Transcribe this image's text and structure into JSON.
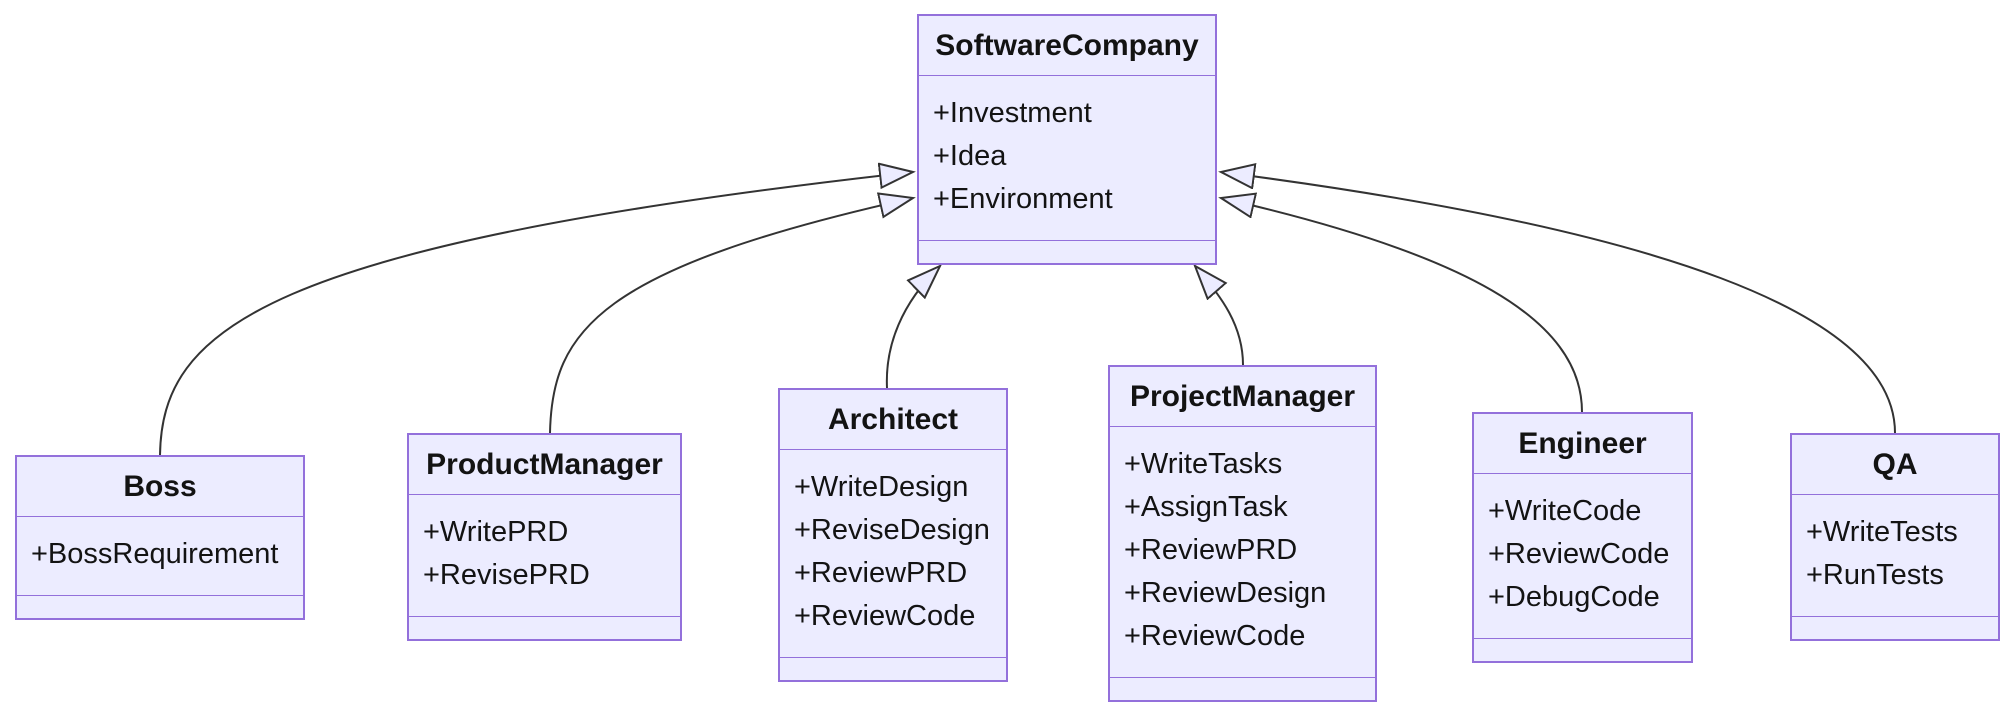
{
  "diagram": {
    "kind": "uml-class-diagram",
    "parent_class": "SoftwareCompany",
    "classes": [
      {
        "id": "SoftwareCompany",
        "title": "SoftwareCompany",
        "attributes": [
          "+Investment",
          "+Idea",
          "+Environment"
        ],
        "methods": []
      },
      {
        "id": "Boss",
        "title": "Boss",
        "attributes": [
          "+BossRequirement"
        ],
        "methods": []
      },
      {
        "id": "ProductManager",
        "title": "ProductManager",
        "attributes": [
          "+WritePRD",
          "+RevisePRD"
        ],
        "methods": []
      },
      {
        "id": "Architect",
        "title": "Architect",
        "attributes": [
          "+WriteDesign",
          "+ReviseDesign",
          "+ReviewPRD",
          "+ReviewCode"
        ],
        "methods": []
      },
      {
        "id": "ProjectManager",
        "title": "ProjectManager",
        "attributes": [
          "+WriteTasks",
          "+AssignTask",
          "+ReviewPRD",
          "+ReviewDesign",
          "+ReviewCode"
        ],
        "methods": []
      },
      {
        "id": "Engineer",
        "title": "Engineer",
        "attributes": [
          "+WriteCode",
          "+ReviewCode",
          "+DebugCode"
        ],
        "methods": []
      },
      {
        "id": "QA",
        "title": "QA",
        "attributes": [
          "+WriteTests",
          "+RunTests"
        ],
        "methods": []
      }
    ],
    "relations": [
      {
        "from": "Boss",
        "to": "SoftwareCompany",
        "type": "inheritance"
      },
      {
        "from": "ProductManager",
        "to": "SoftwareCompany",
        "type": "inheritance"
      },
      {
        "from": "Architect",
        "to": "SoftwareCompany",
        "type": "inheritance"
      },
      {
        "from": "ProjectManager",
        "to": "SoftwareCompany",
        "type": "inheritance"
      },
      {
        "from": "Engineer",
        "to": "SoftwareCompany",
        "type": "inheritance"
      },
      {
        "from": "QA",
        "to": "SoftwareCompany",
        "type": "inheritance"
      }
    ],
    "colors": {
      "background": "#FFFFFF",
      "box_fill": "#ECECFF",
      "box_border": "#9370DB",
      "edge_line": "#333333",
      "text": "#131313"
    }
  }
}
